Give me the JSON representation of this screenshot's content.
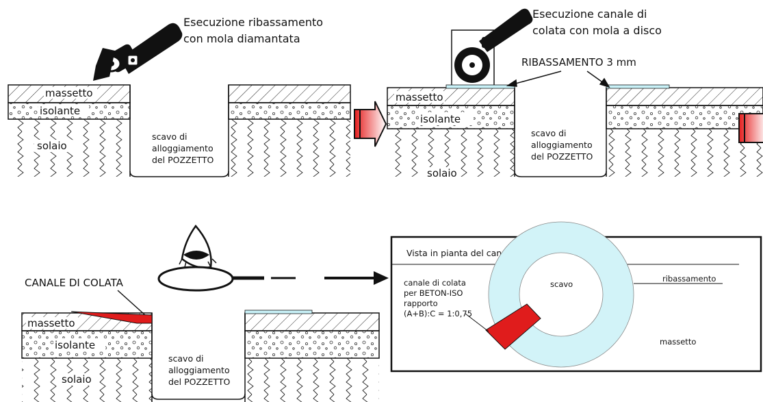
{
  "panel1": {
    "caption_line1": "Esecuzione ribassamento",
    "caption_line2": "con mola diamantata",
    "label_screed": "massetto",
    "label_insulation": "isolante",
    "label_slab": "solaio",
    "pit_line1": "scavo di",
    "pit_line2": "alloggiamento",
    "pit_line3": "del POZZETTO"
  },
  "panel2": {
    "caption_line1": "Esecuzione canale di",
    "caption_line2": "colata con mola a disco",
    "recess_label": "RIBASSAMENTO 3 mm",
    "label_screed": "massetto",
    "label_insulation": "isolante",
    "label_slab": "solaio",
    "pit_line1": "scavo di",
    "pit_line2": "alloggiamento",
    "pit_line3": "del POZZETTO"
  },
  "panel3": {
    "channel_label": "CANALE DI COLATA",
    "label_screed": "massetto",
    "label_insulation": "isolante",
    "label_slab": "solaio",
    "pit_line1": "scavo di",
    "pit_line2": "alloggiamento",
    "pit_line3": "del POZZETTO"
  },
  "plan_view": {
    "title": "Vista in pianta del canale di colata:",
    "note_line1": "canale di colata",
    "note_line2": "per BETON-ISO",
    "note_line3": "rapporto",
    "note_line4": "(A+B):C = 1:0,75",
    "center_label": "scavo",
    "ring_label": "ribassamento",
    "outer_label": "massetto"
  },
  "colors": {
    "recess": "#c9f2f8",
    "ring": "#d2f3f8",
    "channel": "#e01c1c",
    "arrow_gradient_start": "#e61e1e",
    "arrow_gradient_end": "#ffffff"
  },
  "icons": [
    "angle-grinder-icon",
    "disc-grinder-icon",
    "eye-icon",
    "magnifier-icon",
    "right-arrow-icon"
  ]
}
